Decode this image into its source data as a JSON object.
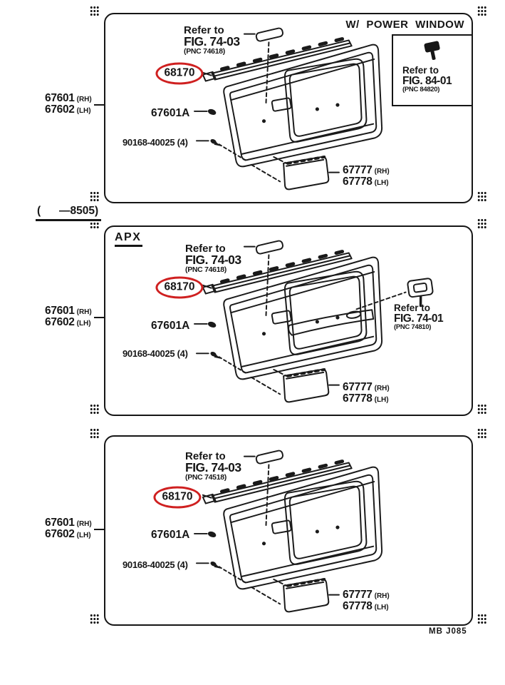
{
  "page": {
    "divider_label": "(      —8505)",
    "footer_code": "MB J085"
  },
  "colors": {
    "highlight_red": "#cf2020",
    "ink": "#161616"
  },
  "panels": [
    {
      "header": "W/ POWER WINDOW",
      "refer_fig": {
        "l1": "Refer to",
        "l2": "FIG. 74-03",
        "l3": "(PNC 74618)"
      },
      "molding_part": "68170",
      "clip_part": "67601A",
      "screw_part": "90168-40025 (4)",
      "pocket": {
        "rh": "67777",
        "rh_side": "(RH)",
        "lh": "67778",
        "lh_side": "(LH)"
      },
      "door_left": {
        "rh": "67601",
        "rh_side": "(RH)",
        "lh": "67602",
        "lh_side": "(LH)"
      },
      "inset_ref": {
        "l1": "Refer to",
        "l2": "FIG. 84-01",
        "l3": "(PNC 84820)"
      }
    },
    {
      "header": "APX",
      "refer_fig": {
        "l1": "Refer to",
        "l2": "FIG. 74-03",
        "l3": "(PNC 74618)"
      },
      "molding_part": "68170",
      "clip_part": "67601A",
      "screw_part": "90168-40025 (4)",
      "pocket": {
        "rh": "67777",
        "rh_side": "(RH)",
        "lh": "67778",
        "lh_side": "(LH)"
      },
      "door_left": {
        "rh": "67601",
        "rh_side": "(RH)",
        "lh": "67602",
        "lh_side": "(LH)"
      },
      "side_ref": {
        "l1": "Refer to",
        "l2": "FIG. 74-01",
        "l3": "(PNC 74810)"
      }
    },
    {
      "refer_fig": {
        "l1": "Refer to",
        "l2": "FIG. 74-03",
        "l3": "(PNC 74518)"
      },
      "molding_part": "68170",
      "clip_part": "67601A",
      "screw_part": "90168-40025 (4)",
      "pocket": {
        "rh": "67777",
        "rh_side": "(RH)",
        "lh": "67778",
        "lh_side": "(LH)"
      },
      "door_left": {
        "rh": "67601",
        "rh_side": "(RH)",
        "lh": "67602",
        "lh_side": "(LH)"
      }
    }
  ]
}
